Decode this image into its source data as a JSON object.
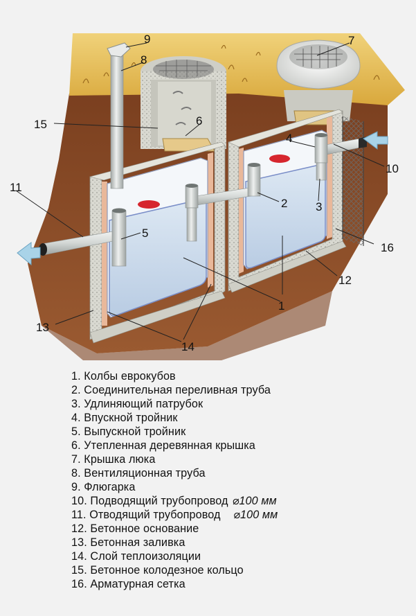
{
  "callouts": [
    "1",
    "2",
    "3",
    "4",
    "5",
    "6",
    "7",
    "8",
    "9",
    "10",
    "11",
    "12",
    "13",
    "14",
    "15",
    "16"
  ],
  "legend": [
    {
      "text": "1. Колбы еврокубов"
    },
    {
      "text": "2. Соединительная переливная труба"
    },
    {
      "text": "3. Удлиняющий патрубок"
    },
    {
      "text": "4. Впускной тройник"
    },
    {
      "text": "5. Выпускной тройник"
    },
    {
      "text": "6. Утепленная деревянная крышка"
    },
    {
      "text": "7. Крышка люка"
    },
    {
      "text": "8. Вентиляционная труба"
    },
    {
      "text": "9. Флюгарка"
    },
    {
      "text": "10. Подводящий трубопровод",
      "dia": "⌀100 мм"
    },
    {
      "text": "11. Отводящий трубопровод ",
      "dia": "⌀100 мм"
    },
    {
      "text": "12. Бетонное основание"
    },
    {
      "text": "13. Бетонная заливка"
    },
    {
      "text": "14. Слой теплоизоляции"
    },
    {
      "text": "15. Бетонное колодезное кольцо"
    },
    {
      "text": "16. Арматурная сетка"
    }
  ],
  "colors": {
    "soil": "#8b4e2a",
    "grass": "#e0b84e",
    "concrete": "#dcdcd4",
    "insulation": "#e9b89a",
    "water": "#c7d7ea",
    "flask": "#f4f7fa",
    "pipe": "#d7dbd9",
    "cap": "#d6262e",
    "arrow": "#a9d3e8"
  }
}
